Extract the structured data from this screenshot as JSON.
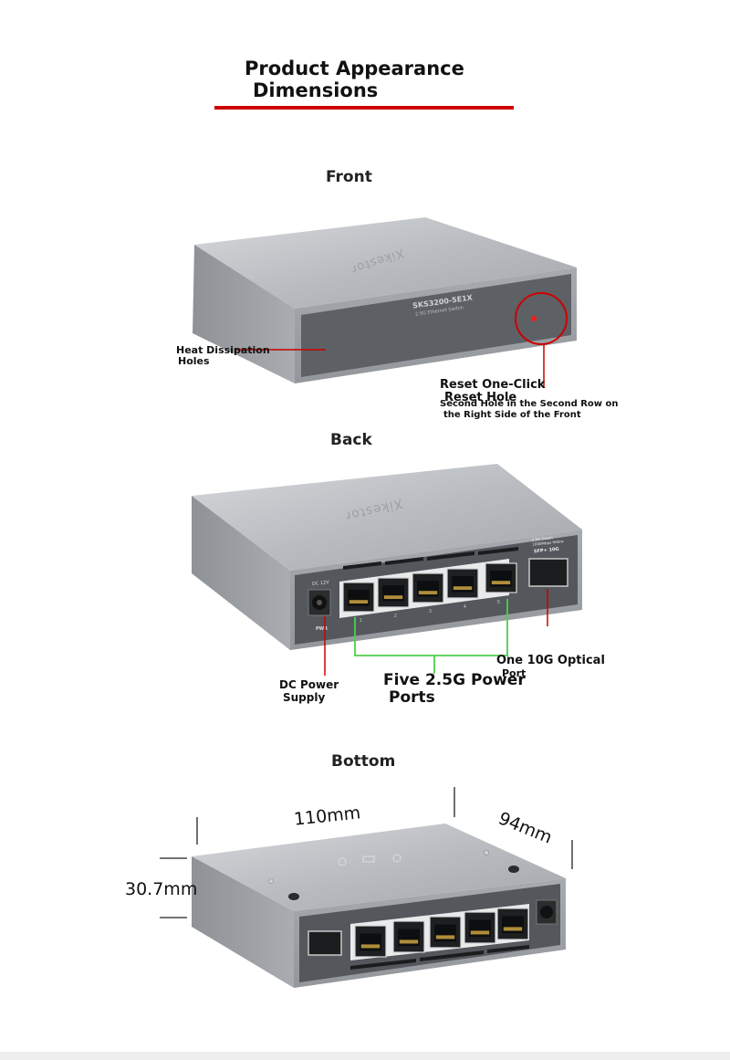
{
  "header": {
    "title_line1": "Product Appearance",
    "title_line2": "Dimensions"
  },
  "front": {
    "heading": "Front",
    "model_text": "SKS3200-5E1X",
    "model_subtext": "2.5G Ethernet Switch",
    "brand_text": "Xikestor",
    "heat_label_line1": "Heat Dissipation",
    "heat_label_line2": "Holes",
    "reset_label_line1": "Reset One-Click",
    "reset_label_line2": "Reset Hole",
    "reset_note_line1": "Second Hole in the Second Row on",
    "reset_note_line2": "the Right Side of the Front"
  },
  "back": {
    "heading": "Back",
    "brand_text": "Xikestor",
    "dc_text": "DC 12V",
    "pwr_text": "PWR",
    "sfp_text": "SFP+ 10G",
    "led_text_line1": "2.5G Green",
    "led_text_line2": "1000Mbps Yellow",
    "port_numbers": [
      "1",
      "2",
      "3",
      "4",
      "5"
    ],
    "dc_label_line1": "DC Power",
    "dc_label_line2": "Supply",
    "five_label_line1": "Five 2.5G Power",
    "five_label_line2": "Ports",
    "optical_label_line1": "One 10G Optical",
    "optical_label_line2": "Port"
  },
  "bottom": {
    "heading": "Bottom",
    "width_dim": "110mm",
    "depth_dim": "94mm",
    "height_dim": "30.7mm"
  },
  "colors": {
    "accent_red": "#cc0000",
    "callout_green": "#4cd04c",
    "device_gray": "#9a9ea3",
    "panel_dark": "#5d6166"
  }
}
